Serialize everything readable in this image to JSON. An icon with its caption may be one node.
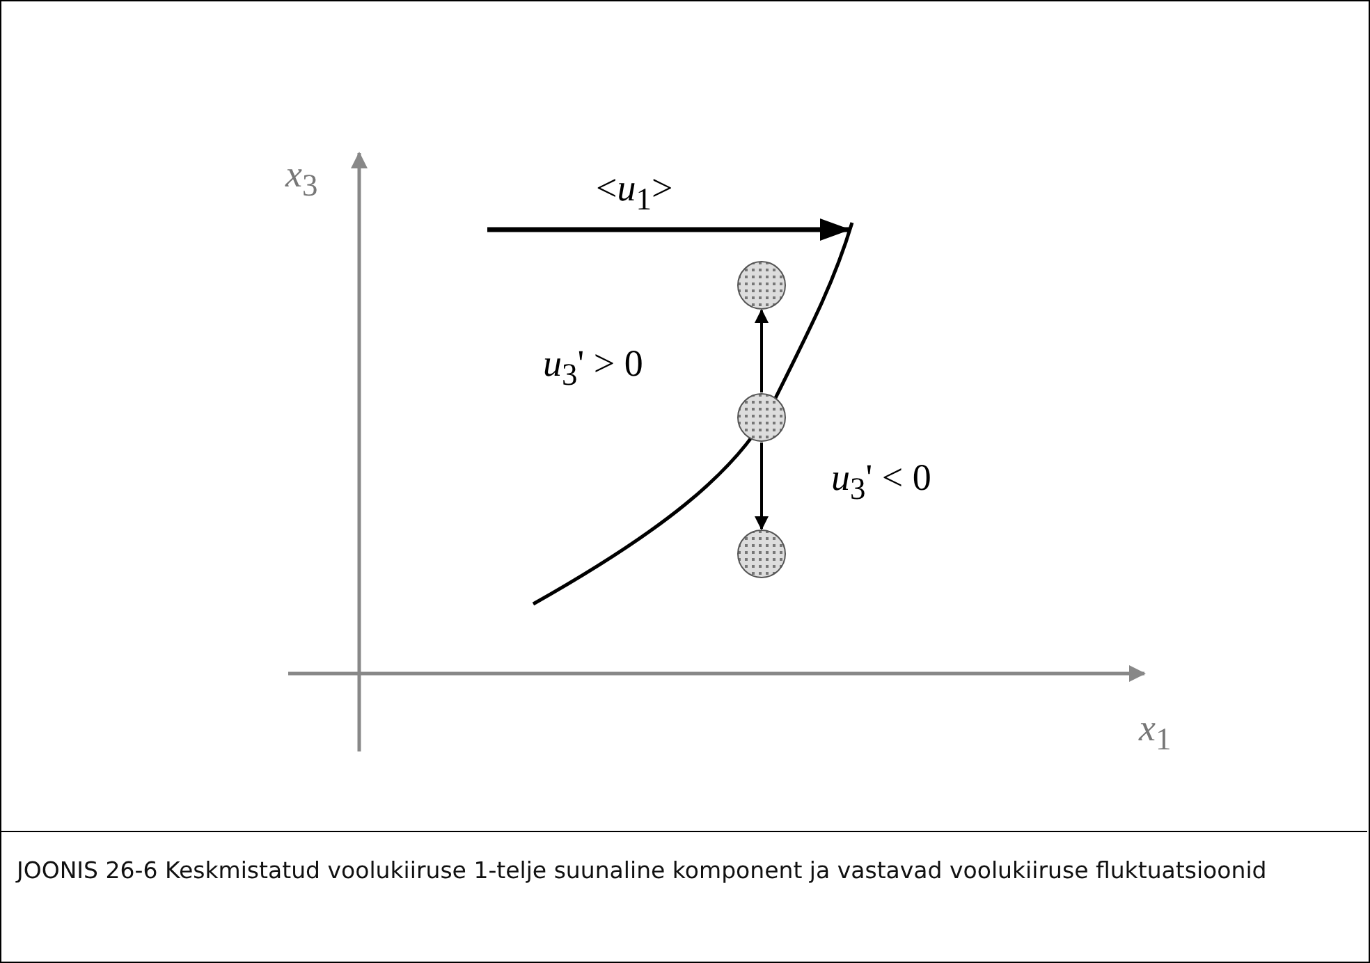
{
  "diagram": {
    "caption": "JOONIS 26-6 Keskmistatud voolukiiruse 1-telje suunaline komponent ja vastavad voolukiiruse fluktuatsioonid",
    "nodes": [
      {
        "text": [],
        "shape": "circle"
      },
      {
        "text": [],
        "shape": "circle"
      },
      {
        "text": [],
        "shape": "circle"
      }
    ],
    "edges": [
      {
        "from": 1,
        "to": 0,
        "arrow": "to"
      },
      {
        "from": 1,
        "to": 2,
        "arrow": "to"
      }
    ],
    "labels": [
      "*x*$_{3}$",
      "<*u*$_{1}$>",
      "*u*$_{3}$' > 0",
      "*u*$_{3}$' < 0",
      "*x*$_{1}$"
    ]
  }
}
